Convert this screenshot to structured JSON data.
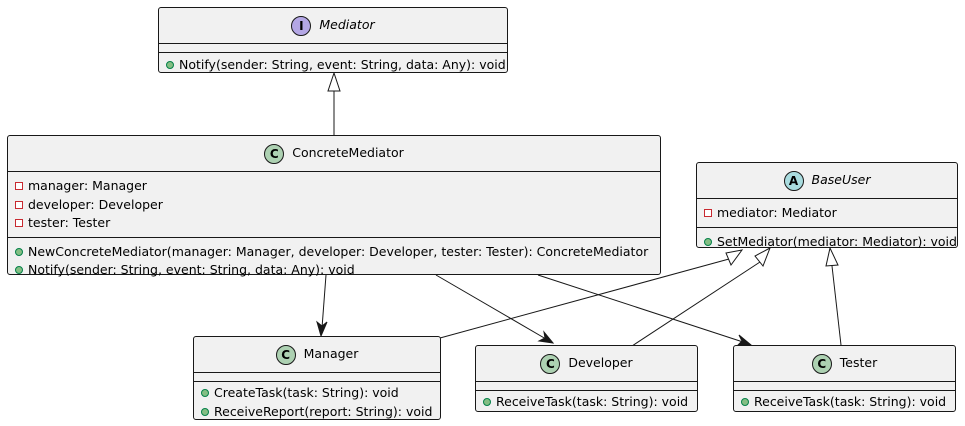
{
  "colors": {
    "class_badge": "#ADD1B2",
    "interface_badge": "#B4A7E5",
    "abstract_badge": "#A9DCDF",
    "box_fill": "#F1F1F1",
    "line": "#181818",
    "public_marker": "#84BE84",
    "private_marker": "#C82930"
  },
  "classes": {
    "mediator": {
      "badge": "I",
      "kind": "interface",
      "name": "Mediator",
      "fields": [],
      "methods": [
        "Notify(sender: String, event: String, data: Any): void"
      ]
    },
    "concrete_mediator": {
      "badge": "C",
      "kind": "class",
      "name": "ConcreteMediator",
      "fields": [
        "manager: Manager",
        "developer: Developer",
        "tester: Tester"
      ],
      "methods": [
        "NewConcreteMediator(manager: Manager, developer: Developer, tester: Tester): ConcreteMediator",
        "Notify(sender: String, event: String, data: Any): void"
      ]
    },
    "base_user": {
      "badge": "A",
      "kind": "abstract",
      "name": "BaseUser",
      "fields": [
        "mediator: Mediator"
      ],
      "methods": [
        "SetMediator(mediator: Mediator): void"
      ]
    },
    "manager": {
      "badge": "C",
      "kind": "class",
      "name": "Manager",
      "fields": [],
      "methods": [
        "CreateTask(task: String): void",
        "ReceiveReport(report: String): void"
      ]
    },
    "developer": {
      "badge": "C",
      "kind": "class",
      "name": "Developer",
      "fields": [],
      "methods": [
        "ReceiveTask(task: String): void"
      ]
    },
    "tester": {
      "badge": "C",
      "kind": "class",
      "name": "Tester",
      "fields": [],
      "methods": [
        "ReceiveTask(task: String): void"
      ]
    }
  },
  "relations": [
    {
      "from": "concrete_mediator",
      "to": "mediator",
      "type": "realization"
    },
    {
      "from": "manager",
      "to": "base_user",
      "type": "inheritance"
    },
    {
      "from": "developer",
      "to": "base_user",
      "type": "inheritance"
    },
    {
      "from": "tester",
      "to": "base_user",
      "type": "inheritance"
    },
    {
      "from": "concrete_mediator",
      "to": "manager",
      "type": "association"
    },
    {
      "from": "concrete_mediator",
      "to": "developer",
      "type": "association"
    },
    {
      "from": "concrete_mediator",
      "to": "tester",
      "type": "association"
    }
  ]
}
